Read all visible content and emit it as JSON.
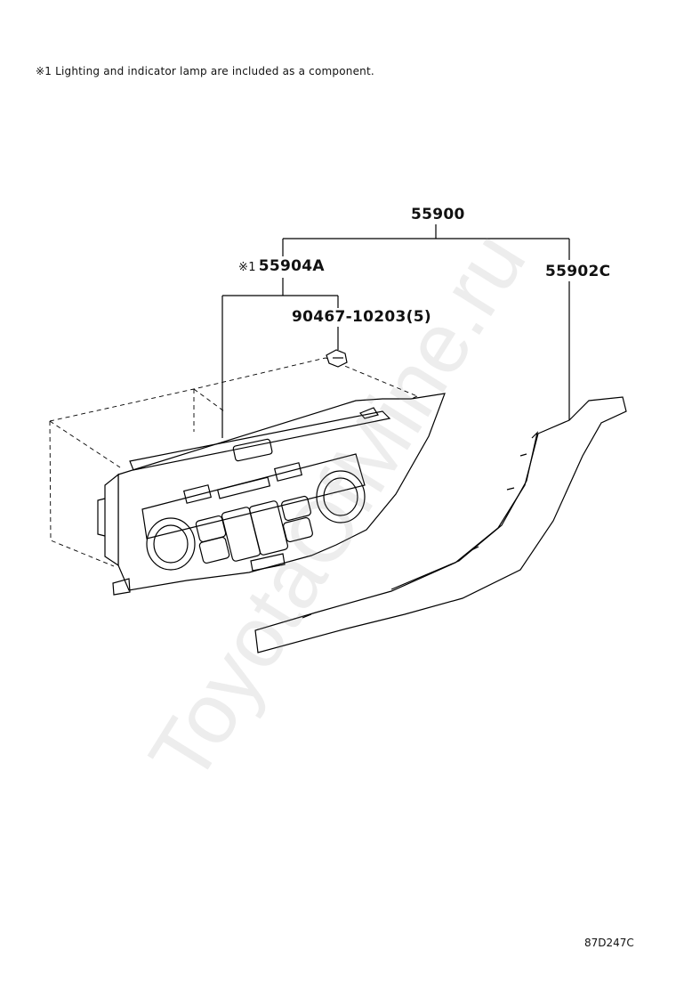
{
  "note": {
    "marker": "※1",
    "text": "Lighting and indicator lamp are included as a component."
  },
  "parts": {
    "assembly": "55900",
    "control_panel": {
      "marker": "※1",
      "number": "55904A"
    },
    "trim_panel": "55902C",
    "clip": "90467-10203(5)"
  },
  "diagram_id": "87D247C",
  "watermark": "ToyotaOfMine.ru"
}
